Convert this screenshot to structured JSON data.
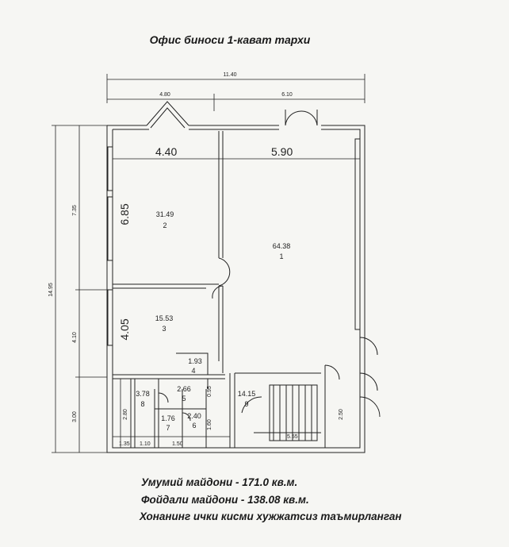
{
  "title": "Офис биноси 1-кават тархи",
  "dimensions": {
    "total_width": "11.40",
    "top_left": "4.80",
    "top_right": "6.10",
    "inner_left": "4.40",
    "inner_right": "5.90",
    "left_total": "14.95",
    "left_upper": "7.35",
    "left_mid": "4.10",
    "left_low": "3.00",
    "room2_height": "6.85",
    "room3_height": "4.05",
    "small_h1": "2.80",
    "small_h2": "0.95",
    "small_h3": "1.60",
    "right_low": "2.50",
    "bot_1": "1.35",
    "bot_2": "1.10",
    "bot_3": "1.50",
    "stair_len": "5.55"
  },
  "rooms": [
    {
      "num": "1",
      "area": "64.38"
    },
    {
      "num": "2",
      "area": "31.49"
    },
    {
      "num": "3",
      "area": "15.53"
    },
    {
      "num": "4",
      "area": "1.93"
    },
    {
      "num": "5",
      "area": "2.66"
    },
    {
      "num": "6",
      "area": "2.40"
    },
    {
      "num": "7",
      "area": "1.76"
    },
    {
      "num": "8",
      "area": "3.78"
    },
    {
      "num": "9",
      "area": "14.15"
    }
  ],
  "summary": {
    "total_area": "Умумий майдони - 171.0 кв.м.",
    "useful_area": "Фойдали майдони - 138.08 кв.м.",
    "note": "Хонанинг ички кисми хужжатсиз таъмирланган"
  }
}
